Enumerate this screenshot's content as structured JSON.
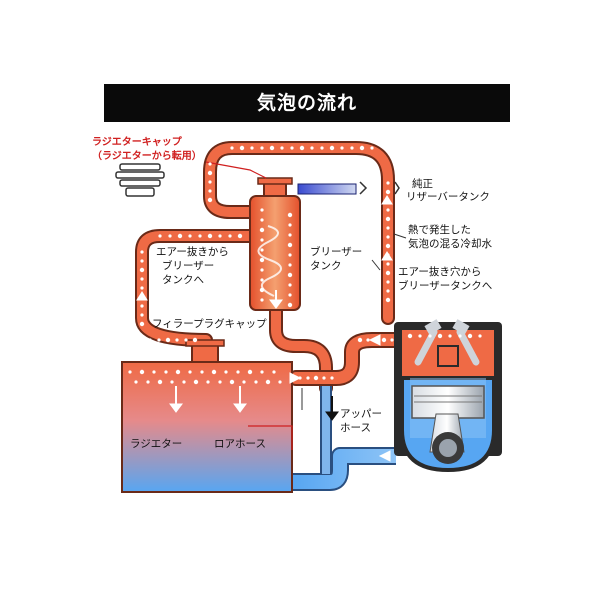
{
  "title": "気泡の流れ",
  "colors": {
    "hot_pipe": "#ef6a45",
    "pipe_outline": "#6a2a18",
    "cool_water": "#57a6f2",
    "engine_block": "#2a2a2a",
    "callout_red": "#d02020",
    "bubbles": "#ffffff"
  },
  "labels": {
    "radiator_cap_line1": "ラジエターキャップ",
    "radiator_cap_line2": "（ラジエターから転用）",
    "genuine_reservoir_line1": "純正",
    "genuine_reservoir_line2": "リザーバータンク",
    "hot_bubbles_line1": "熱で発生した",
    "hot_bubbles_line2": "気泡の混る冷却水",
    "air_vent_line1": "エアー抜き穴から",
    "air_vent_line2": "ブリーザータンクへ",
    "air_bleed_line1": "エアー抜きから",
    "air_bleed_line2": "ブリーザー",
    "air_bleed_line3": "タンクへ",
    "breather_tank_line1": "ブリーザー",
    "breather_tank_line2": "タンク",
    "filler_plug_cap": "フィラープラグキャップ",
    "upper_hose_line1": "アッパー",
    "upper_hose_line2": "ホース",
    "radiator": "ラジエター",
    "lower_hose": "ロアホース"
  }
}
